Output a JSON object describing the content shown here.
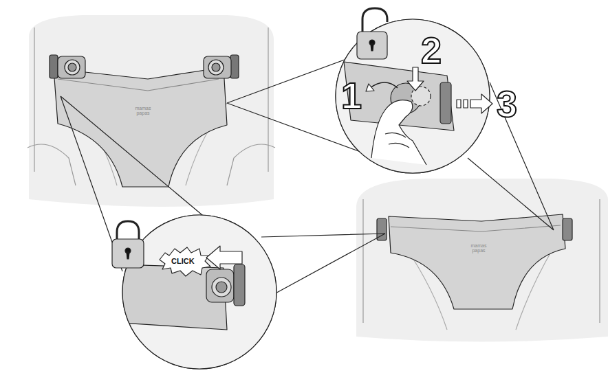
{
  "diagram": {
    "labels": [
      "1",
      "2",
      "3",
      "CLICK",
      "mamas papas",
      "mamas papas"
    ]
  }
}
